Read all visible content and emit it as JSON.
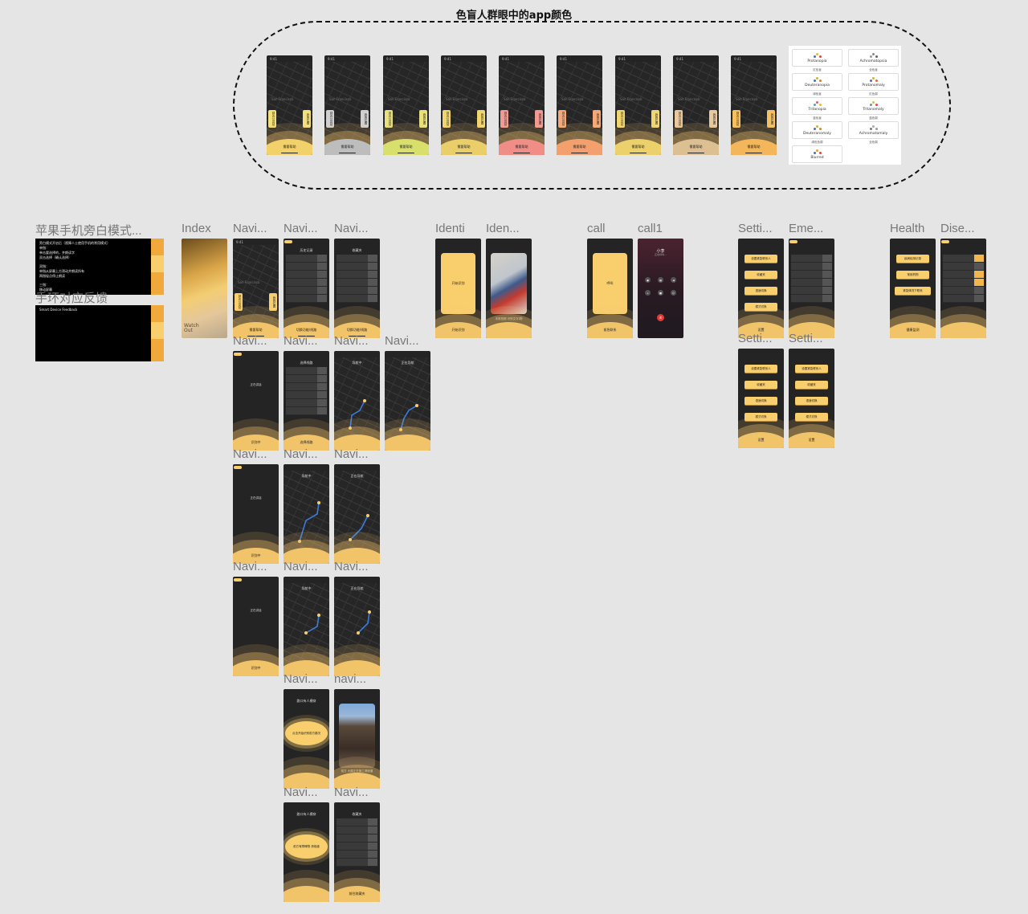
{
  "colorblind": {
    "title": "色盲人群眼中的app颜色",
    "phone_time": "9:41",
    "map_label": "San Francisco",
    "left_tab": "到达公交站",
    "right_tab": "我的位置",
    "glow_label": "需要帮助",
    "phones": [
      {
        "tab_color": "#f3e07a",
        "glow": "#f2d16a"
      },
      {
        "tab_color": "#d0d0d0",
        "glow": "#bdbdbd"
      },
      {
        "tab_color": "#e8e07a",
        "glow": "#d8df6a"
      },
      {
        "tab_color": "#f1d670",
        "glow": "#e9ce6a"
      },
      {
        "tab_color": "#f29a92",
        "glow": "#f08d86"
      },
      {
        "tab_color": "#f4a878",
        "glow": "#f3a06e"
      },
      {
        "tab_color": "#f1d670",
        "glow": "#ebd06c"
      },
      {
        "tab_color": "#e8c89c",
        "glow": "#dcc094"
      },
      {
        "tab_color": "#f5c160",
        "glow": "#f3b65a"
      }
    ],
    "legend": [
      {
        "name": "Protanopia",
        "sub": "红色盲"
      },
      {
        "name": "Achromatopsia",
        "sub": "全色盲"
      },
      {
        "name": "Deuteranopia",
        "sub": "绿色盲"
      },
      {
        "name": "Protanomaly",
        "sub": "红色弱"
      },
      {
        "name": "Tritanopia",
        "sub": "蓝色盲"
      },
      {
        "name": "Tritanomaly",
        "sub": "蓝色弱"
      },
      {
        "name": "Deuteranomaly",
        "sub": "绿色色弱"
      },
      {
        "name": "Achromatomaly",
        "sub": "全色弱"
      },
      {
        "name": "Blurred",
        "sub": ""
      }
    ]
  },
  "notes": {
    "label1": "苹果手机旁白模式...",
    "card1_title": "旁白模式开启后（视障人士使用手机的常用模式）",
    "card1_lines": [
      "单指：",
      "单击要选择的，并朗读字",
      "双击选择（确认选择）",
      "",
      "双指：",
      "单指从屏幕上方滑动并朗读所有",
      "两指轻点停止朗读",
      "",
      "三指：",
      "移动屏幕"
    ],
    "label2": "手环对应反馈",
    "card2_title": "Smart Device Feedback"
  },
  "frames": {
    "index": "Index",
    "index_text": "Watch Out",
    "navi": "Navi...",
    "navi_lower": "navi...",
    "identi": "Identi",
    "iden": "Iden...",
    "call": "call",
    "call1": "call1",
    "setti": "Setti...",
    "eme": "Eme...",
    "health": "Health",
    "dise": "Dise..."
  },
  "screens": {
    "glow_help": "需要帮助",
    "history": "历史记录",
    "switch": "切换功能/线路",
    "listen": "识别中",
    "select": "选择线路",
    "start": "开始识别",
    "ai_hint": "手机拍照 识别文字/物",
    "call_label": "呼叫",
    "call_bottom": "紧急联系",
    "caller": "小李",
    "caller_sub": "正在呼叫...",
    "settings": "设置",
    "settings_btns": [
      "设置紧急联系人",
      "收藏夹",
      "语速切换",
      "模式切换"
    ],
    "health_btns": [
      "疾病检测记录",
      "常用药物",
      "紧急情况下联系"
    ],
    "health_bottom": "健康监测",
    "navigating": "导航中",
    "arrived": "正在导航",
    "speaking": "正在讲话",
    "crossing": "路口有人横穿",
    "photo_caption": "前方 大楼正在施工请绕道",
    "favorites": "收藏夹",
    "oval_text": "点击开始识别前方路况",
    "oval_text2": "前方有障碍物 请绕道",
    "fav_bottom": "前往收藏夹"
  }
}
